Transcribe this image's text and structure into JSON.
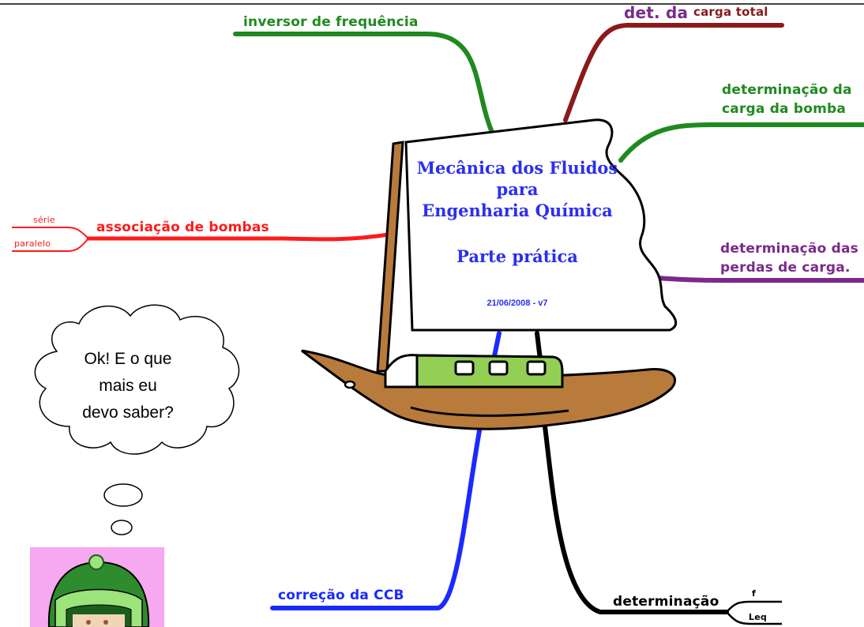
{
  "map": {
    "center": {
      "title_line1": "Mecânica dos Fluidos",
      "title_line2": "para",
      "title_line3": "Engenharia Química",
      "subtitle": "Parte prática",
      "version": "21/06/2008 - v7"
    },
    "branches": {
      "inversor": "inversor de frequência",
      "carga_total": "carga total",
      "carga_total_prefix": "det. da",
      "carga_bomba_line1": "determinação da",
      "carga_bomba_line2": "carga da bomba",
      "perdas_line1": "determinação das",
      "perdas_line2": "perdas de carga.",
      "associacao": "associação de bombas",
      "serie": "série",
      "paralelo": "paralelo",
      "correcao": "correção da CCB",
      "determinacao": "determinação",
      "f": "f",
      "leq": "Leq"
    }
  },
  "thought": {
    "line1": "Ok! E o que",
    "line2": "mais eu",
    "line3": "devo saber?"
  },
  "colors": {
    "green": "#1f8a1f",
    "dark_red": "#8b1a1a",
    "purple": "#7a2a8a",
    "red": "#ff1a1a",
    "blue": "#1a2aff",
    "black": "#000000",
    "boat_brown": "#b87b3c",
    "cabin_green": "#93cf55",
    "sail_text": "#2a2ff0",
    "character_bg": "#f6a8f0"
  }
}
